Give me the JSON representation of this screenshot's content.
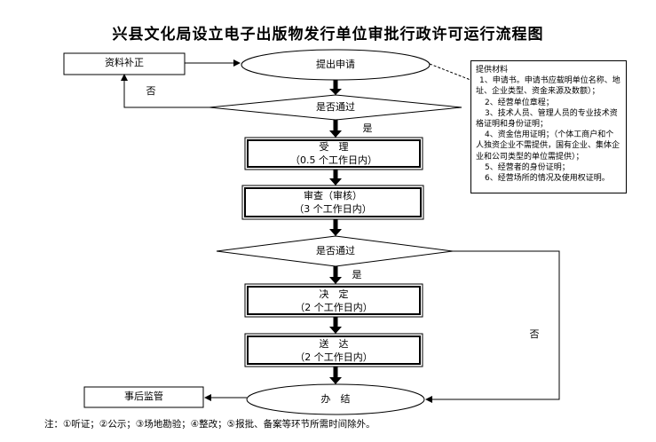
{
  "title": "兴县文化局设立电子出版物发行单位审批行政许可运行流程图",
  "nodes": {
    "resubmit": "资料补正",
    "apply": "提出申请",
    "check1": "是否通过",
    "accept_title": "受　理",
    "accept_time": "（0.5 个工作日内）",
    "review_title": "审查（审核）",
    "review_time": "（3 个工作日内）",
    "check2": "是否通过",
    "decide_title": "决　定",
    "decide_time": "（2 个工作日内）",
    "deliver_title": "送　达",
    "deliver_time": "（2 个工作日内）",
    "supervise": "事后监管",
    "finish": "办　结"
  },
  "edges": {
    "no1": "否",
    "yes1": "是",
    "yes2": "是",
    "no2": "否"
  },
  "materials": {
    "heading": "提供材料",
    "items": [
      "1、申请书。申请书应载明单位名称、地址、企业类型、资金来源及数额）；",
      "2、经营单位章程；",
      "3、技术人员、管理人员的专业技术资格证明和身份证明；",
      "4、资金信用证明；（个体工商户和个人独资企业不需提供，国有企业、集体企业和公司类型的单位需提供）；",
      "5、经营者的身份证明；",
      "6、经营场所的情况及使用权证明。"
    ]
  },
  "footer": "注：①听证；②公示；③场地勘验；④整改；⑤报批、备案等环节所需时间除外。"
}
